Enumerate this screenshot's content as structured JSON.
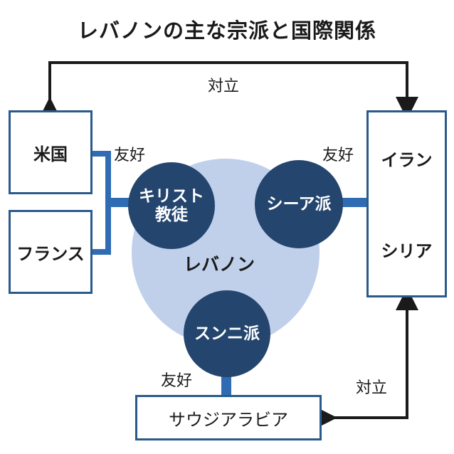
{
  "title": "レバノンの主な宗派と国際関係",
  "nodes": {
    "usa": "米国",
    "france": "フランス",
    "iran": "イラン",
    "syria": "シリア",
    "saudi": "サウジアラビア",
    "lebanon": "レバノン",
    "christian": "キリスト\n教徒",
    "shia": "シーア派",
    "sunni": "スンニ派"
  },
  "relations": {
    "top_conflict": "対立",
    "bottom_conflict": "対立",
    "friendly_christian": "友好",
    "friendly_shia": "友好",
    "friendly_sunni": "友好"
  },
  "colors": {
    "box_border": "#2a5a8c",
    "circle_dark": "#24456e",
    "circle_light": "#c0d0ea",
    "link_blue": "#2f6cb3",
    "arrow": "#1a1a1a"
  }
}
